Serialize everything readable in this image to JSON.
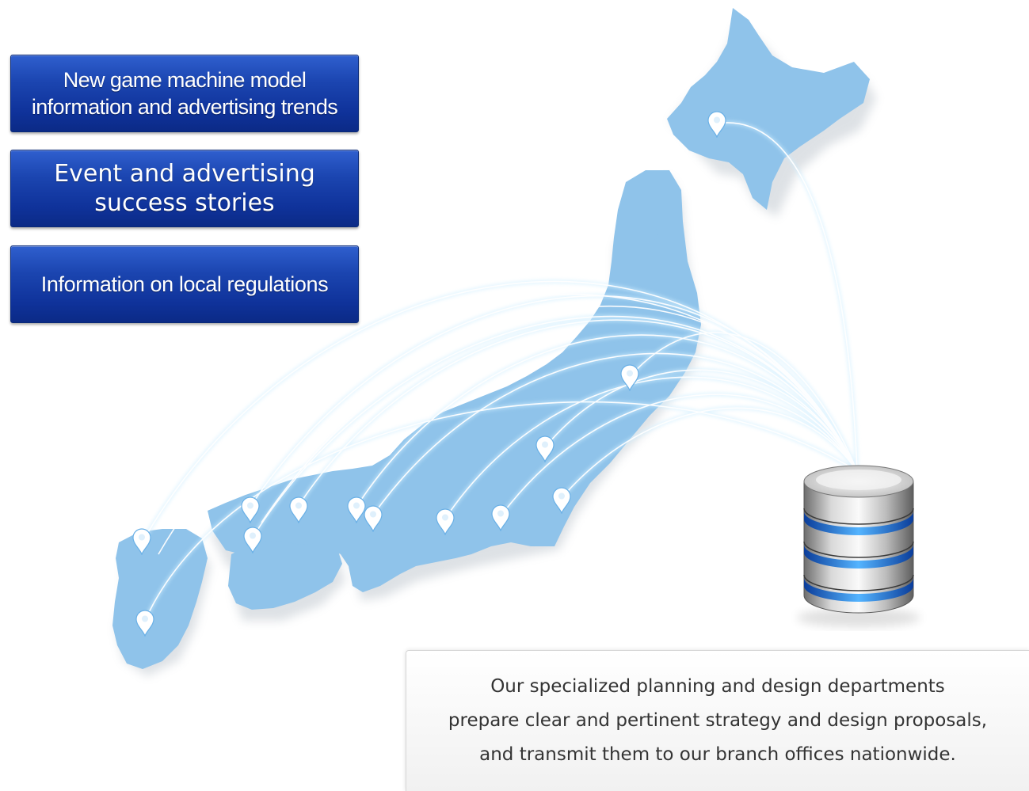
{
  "buttons": [
    {
      "lines": [
        "New game machine model",
        "information and advertising trends"
      ]
    },
    {
      "lines": [
        "Event and advertising",
        "success stories"
      ]
    },
    {
      "lines": [
        "Information on local regulations"
      ]
    }
  ],
  "caption": {
    "lines": [
      "Our specialized planning and design departments",
      "prepare clear and pertinent strategy and design proposals,",
      "and transmit them to our branch offices nationwide."
    ]
  },
  "colors": {
    "button_blue": "#1b45b0",
    "map_blue": "#8fc3ea",
    "connection_line": "#ffffff",
    "server_band": "#2f8fff"
  },
  "icons": [
    "location-pin-icon",
    "database-server-icon"
  ]
}
